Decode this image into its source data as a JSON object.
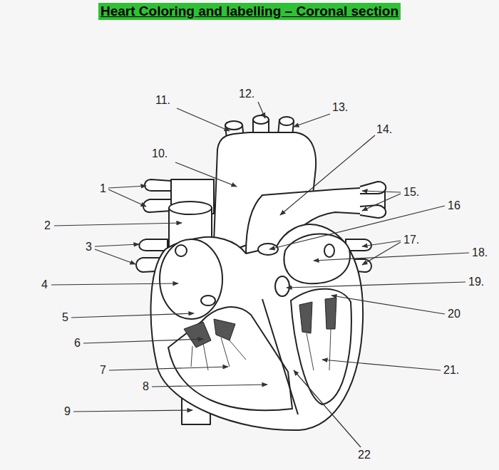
{
  "diagram": {
    "title": "Heart Coloring and labelling – Coronal section",
    "labels": [
      "1",
      "2",
      "3",
      "4",
      "5",
      "6",
      "7",
      "8",
      "9",
      "10.",
      "11.",
      "12.",
      "13.",
      "14.",
      "15.",
      "16",
      "17.",
      "18.",
      "19.",
      "20",
      "21.",
      "22"
    ]
  }
}
